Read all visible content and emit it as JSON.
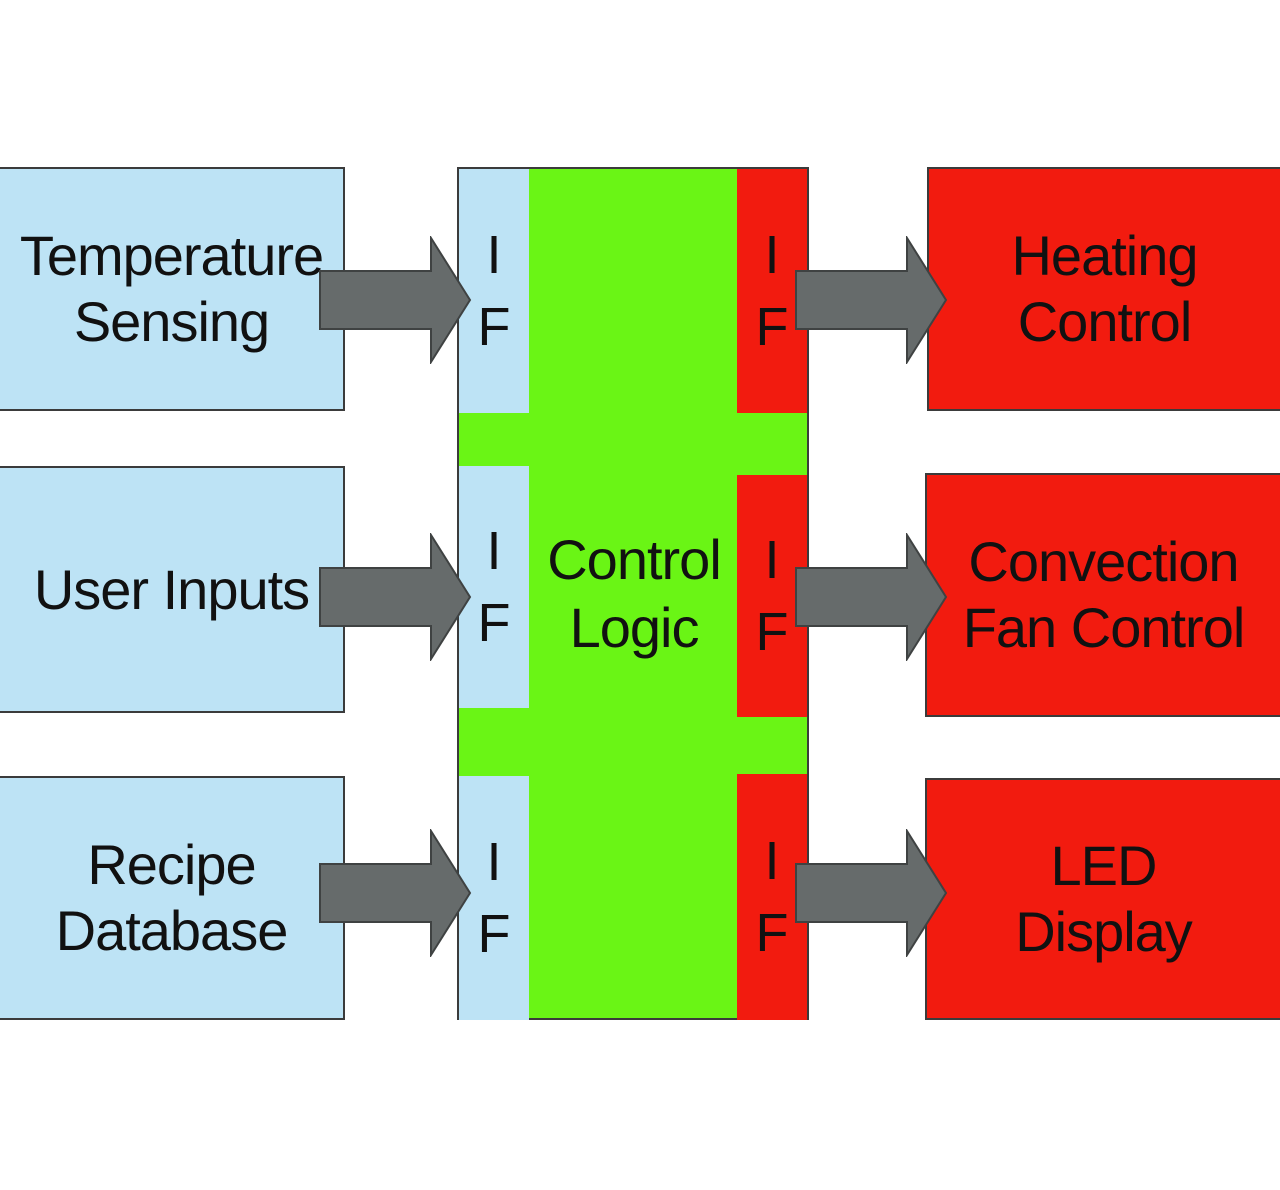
{
  "inputs": [
    {
      "line1": "Temperature",
      "line2": "Sensing"
    },
    {
      "line1": "User Inputs",
      "line2": ""
    },
    {
      "line1": "Recipe",
      "line2": "Database"
    }
  ],
  "outputs": [
    {
      "line1": "Heating",
      "line2": "Control"
    },
    {
      "line1": "Convection",
      "line2": "Fan Control"
    },
    {
      "line1": "LED",
      "line2": "Display"
    }
  ],
  "center": {
    "line1": "Control",
    "line2": "Logic"
  },
  "interface": {
    "top": "I",
    "bottom": "F"
  },
  "colors": {
    "input_box": "#bde3f5",
    "control_logic": "#6af515",
    "output_box": "#f21b0f",
    "arrow": "#666b6b"
  }
}
